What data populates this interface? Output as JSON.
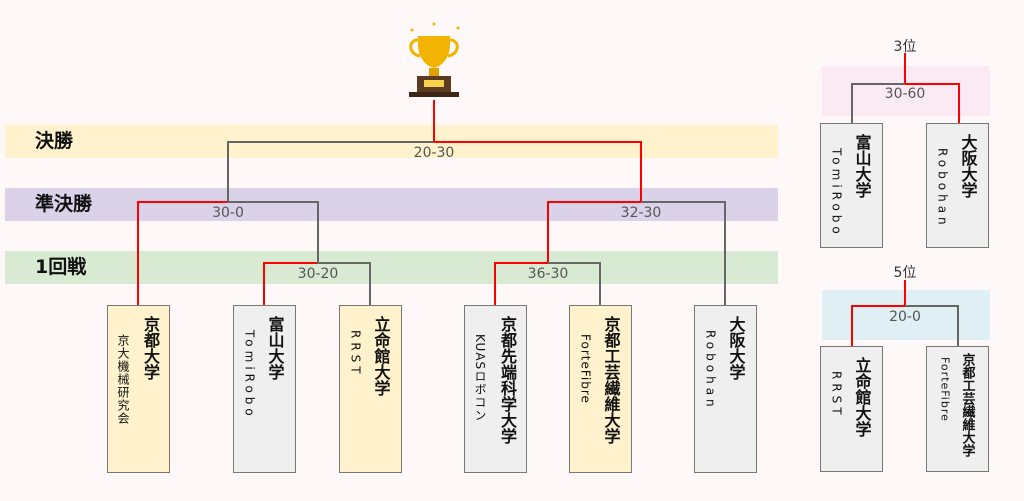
{
  "rounds": {
    "final": "決勝",
    "semi": "準決勝",
    "first": "1回戦"
  },
  "scores": {
    "final": "20-30",
    "semi_left": "30-0",
    "semi_right": "32-30",
    "r1_left": "30-20",
    "r1_right": "36-30",
    "third": "30-60",
    "fifth": "20-0"
  },
  "teams": [
    {
      "uni": "京都大学",
      "team": "京大機械研究会"
    },
    {
      "uni": "富山大学",
      "team": "TomiRobo"
    },
    {
      "uni": "立命館大学",
      "team": "RRST"
    },
    {
      "uni": "京都先端科学大学",
      "team": "KUASロボコン"
    },
    {
      "uni": "京都工芸繊維大学",
      "team": "ForteFibre"
    },
    {
      "uni": "大阪大学",
      "team": "Robohan"
    }
  ],
  "placement": {
    "third_label": "3位",
    "third": [
      {
        "uni": "富山大学",
        "team": "TomiRobo"
      },
      {
        "uni": "大阪大学",
        "team": "Robohan"
      }
    ],
    "fifth_label": "5位",
    "fifth": [
      {
        "uni": "立命館大学",
        "team": "RRST"
      },
      {
        "uni": "京都工芸繊維大学",
        "team": "ForteFibre"
      }
    ]
  },
  "colors": {
    "win": "#ff0000",
    "lose": "#666666"
  }
}
